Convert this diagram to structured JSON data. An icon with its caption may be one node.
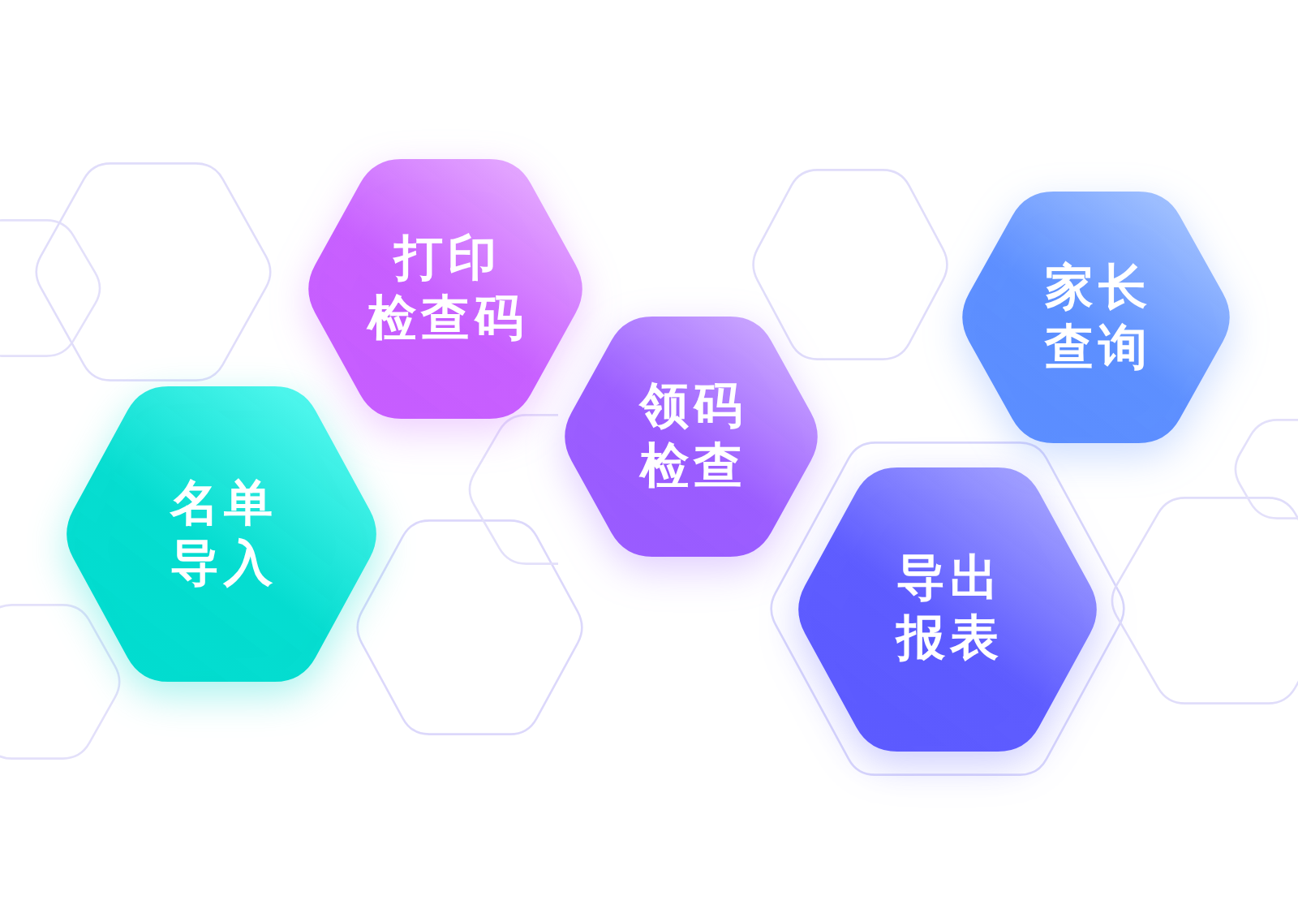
{
  "diagram": {
    "nodes": [
      {
        "text": [],
        "shape": "hexagon"
      },
      {
        "text": [],
        "shape": "hexagon"
      },
      {
        "text": [],
        "shape": "hexagon"
      },
      {
        "text": [
          "名单导入"
        ]
      },
      {
        "text": [
          "打印检查码"
        ]
      },
      {
        "text": [],
        "shape": "hexagon"
      },
      {
        "text": [],
        "shape": "hexagon"
      },
      {
        "text": [
          "领码检查"
        ]
      },
      {
        "text": [],
        "shape": "hexagon"
      },
      {
        "text": [],
        "shape": "hexagon"
      },
      {
        "text": [
          "导出报表"
        ],
        "in": 9
      },
      {
        "text": [
          "家长查询"
        ]
      },
      {
        "text": [],
        "shape": "hexagon"
      },
      {
        "text": [],
        "shape": "hexagon"
      }
    ]
  }
}
